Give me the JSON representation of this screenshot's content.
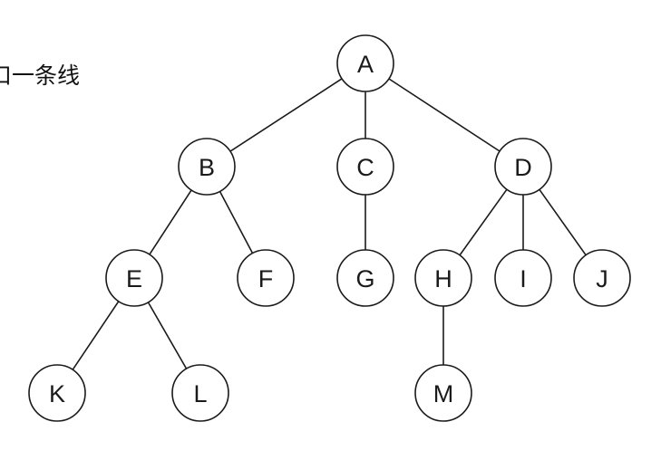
{
  "caption": "口一条线",
  "colors": {
    "stroke": "#1a1a1a",
    "background": "#ffffff"
  },
  "tree": {
    "nodes": [
      {
        "id": "A",
        "label": "A"
      },
      {
        "id": "B",
        "label": "B"
      },
      {
        "id": "C",
        "label": "C"
      },
      {
        "id": "D",
        "label": "D"
      },
      {
        "id": "E",
        "label": "E"
      },
      {
        "id": "F",
        "label": "F"
      },
      {
        "id": "G",
        "label": "G"
      },
      {
        "id": "H",
        "label": "H"
      },
      {
        "id": "I",
        "label": "I"
      },
      {
        "id": "J",
        "label": "J"
      },
      {
        "id": "K",
        "label": "K"
      },
      {
        "id": "L",
        "label": "L"
      },
      {
        "id": "M",
        "label": "M"
      }
    ],
    "edges": [
      {
        "from": "A",
        "to": "B"
      },
      {
        "from": "A",
        "to": "C"
      },
      {
        "from": "A",
        "to": "D"
      },
      {
        "from": "B",
        "to": "E"
      },
      {
        "from": "B",
        "to": "F"
      },
      {
        "from": "C",
        "to": "G"
      },
      {
        "from": "D",
        "to": "H"
      },
      {
        "from": "D",
        "to": "I"
      },
      {
        "from": "D",
        "to": "J"
      },
      {
        "from": "E",
        "to": "K"
      },
      {
        "from": "E",
        "to": "L"
      },
      {
        "from": "H",
        "to": "M"
      }
    ]
  }
}
